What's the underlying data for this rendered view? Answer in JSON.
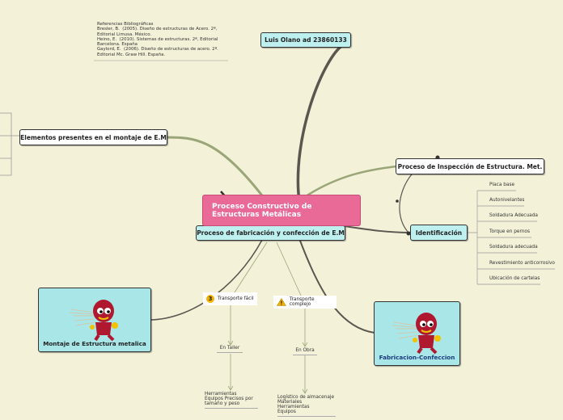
{
  "central": {
    "line1": "Proceso Constructivo de",
    "line2": "Estructuras Metálicas"
  },
  "author": "Luis Olano ad 23860133",
  "references": [
    "Referencias Bibliográficas",
    "Bresler, B.  (2005). Diseño de estructuras de Acero. 2ª,",
    "Editorial Limusa. México.",
    "Heino, E.  (2010). Sistemas de estructuras. 2ª, Editorial",
    "Barcelona. España",
    "Gaylord, E.  (2006). Diseño de estructuras de acero. 2ª.",
    "Editorial Mc. Graw Hill. España."
  ],
  "elementos": "Elementos presentes en el montaje de E.M",
  "inspeccion": "Proceso de Inspección de  Estructura. Met.",
  "identificacion": "Identificación",
  "identificacion_items": [
    "Placa base",
    "Autonivelantes",
    "Soldadura Adecuada",
    "Torque en pernos",
    "Soldadura adecuada",
    "Revestimiento anticorrosivo",
    "Ubicación de cartelas"
  ],
  "fabricacion": "Proceso de fabricación y confección de E.M",
  "transporte_facil": {
    "badge": "3",
    "label": "Transporte fácil"
  },
  "transporte_complejo": {
    "label": "Transporte complejo"
  },
  "en_taller": "En Taller",
  "en_obra": "En Obra",
  "herramientas": [
    "Herramientas",
    "Equipos Precisos por",
    "tamaño y peso"
  ],
  "logistico": [
    "Logístico de almacenaje",
    "Materiales",
    "Herramientas",
    "Equipos"
  ],
  "montaje": "Montaje de Estructura metalica",
  "fabricacion_confeccion": "Fabricacion-Confeccion",
  "colors": {
    "background": "#f3f1d8",
    "central": "#ea6a97",
    "node_cyan": "#bff0f0",
    "image_box": "#a9e6e8",
    "branch_dark": "#5a5650",
    "branch_olive": "#9aa678",
    "badge": "#f2b300"
  }
}
